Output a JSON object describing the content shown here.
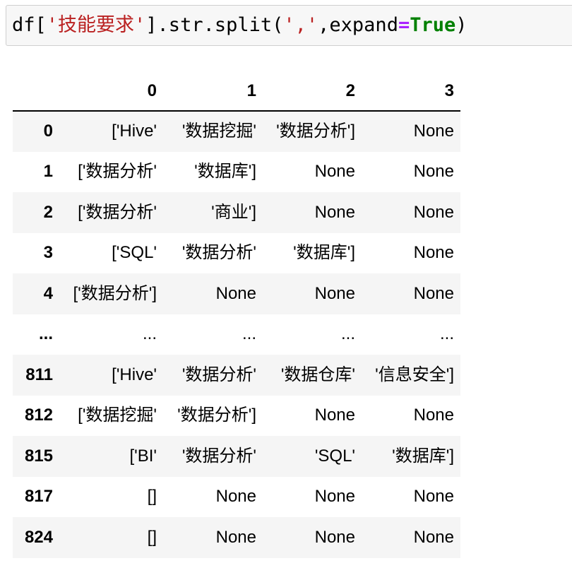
{
  "code_cell": {
    "tokens": [
      {
        "type": "plain",
        "text": "df["
      },
      {
        "type": "string",
        "text": "'技能要求'"
      },
      {
        "type": "plain",
        "text": "].str.split("
      },
      {
        "type": "string",
        "text": "','"
      },
      {
        "type": "plain",
        "text": ",expand"
      },
      {
        "type": "operator",
        "text": "="
      },
      {
        "type": "keyword",
        "text": "True"
      },
      {
        "type": "plain",
        "text": ")"
      }
    ]
  },
  "colors": {
    "string": "#ba2121",
    "operator": "#aa22ff",
    "keyword": "#008000",
    "stripe": "#f5f5f5",
    "code_bg": "#f7f7f7",
    "code_border": "#cfcfcf"
  },
  "table": {
    "index_header": "",
    "columns": [
      "0",
      "1",
      "2",
      "3"
    ],
    "rows": [
      {
        "index": "0",
        "cells": [
          "['Hive'",
          "'数据挖掘'",
          "'数据分析']",
          "None"
        ]
      },
      {
        "index": "1",
        "cells": [
          "['数据分析'",
          "'数据库']",
          "None",
          "None"
        ]
      },
      {
        "index": "2",
        "cells": [
          "['数据分析'",
          "'商业']",
          "None",
          "None"
        ]
      },
      {
        "index": "3",
        "cells": [
          "['SQL'",
          "'数据分析'",
          "'数据库']",
          "None"
        ]
      },
      {
        "index": "4",
        "cells": [
          "['数据分析']",
          "None",
          "None",
          "None"
        ]
      },
      {
        "index": "...",
        "cells": [
          "...",
          "...",
          "...",
          "..."
        ]
      },
      {
        "index": "811",
        "cells": [
          "['Hive'",
          "'数据分析'",
          "'数据仓库'",
          "'信息安全']"
        ]
      },
      {
        "index": "812",
        "cells": [
          "['数据挖掘'",
          "'数据分析']",
          "None",
          "None"
        ]
      },
      {
        "index": "815",
        "cells": [
          "['BI'",
          "'数据分析'",
          "'SQL'",
          "'数据库']"
        ]
      },
      {
        "index": "817",
        "cells": [
          "[]",
          "None",
          "None",
          "None"
        ]
      },
      {
        "index": "824",
        "cells": [
          "[]",
          "None",
          "None",
          "None"
        ]
      }
    ]
  }
}
